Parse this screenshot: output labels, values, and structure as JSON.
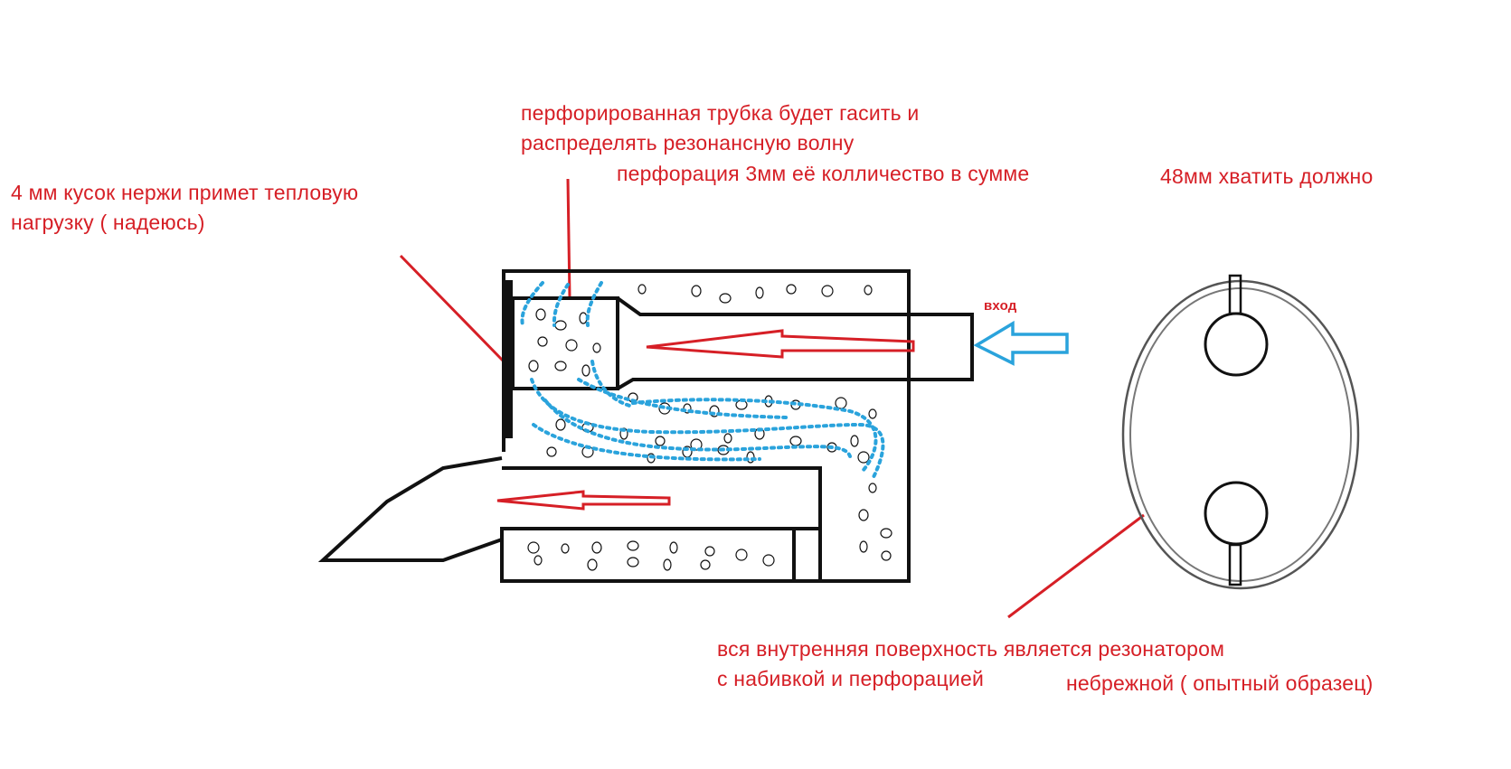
{
  "colors": {
    "annotation": "#d61f26",
    "outline": "#111111",
    "flow": "#2aa3dc",
    "flow_arrow": "#d61f26"
  },
  "annotations": {
    "steel_line1": "4 мм кусок нержи  примет тепловую",
    "steel_line2": "нагрузку  ( надеюсь)",
    "tube_line1": "перфорированная трубка будет гасить и",
    "tube_line2": "распределять резонансную  волну",
    "perforation": "перфорация 3мм  её колличество в сумме",
    "enough": "48мм хватить должно",
    "inlet": "вход",
    "surface_line1": "вся внутренняя поверхность является резонатором",
    "surface_line2": "с набивкой и перфорацией",
    "sloppy": "небрежной ( опытный образец)"
  },
  "icons": {
    "inlet_arrow": "hollow-arrow-left-icon",
    "internal_flow_arrow": "arrow-left-icon",
    "outlet_flow_arrow": "arrow-left-icon"
  }
}
